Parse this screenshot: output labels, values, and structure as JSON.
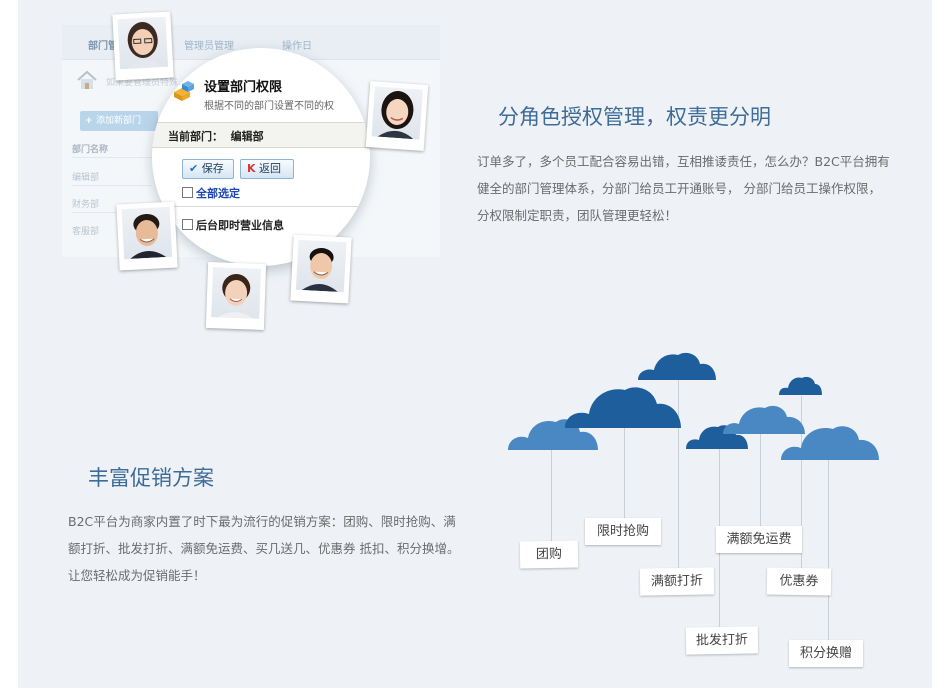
{
  "section1": {
    "heading": "分角色授权管理，权责更分明",
    "paragraph": "订单多了，多个员工配合容易出错，互相推诿责任，怎么办？B2C平台拥有健全的部门管理体系，分部门给员工开通账号， 分部门给员工操作权限，分权限制定职责，团队管理更轻松！"
  },
  "section2": {
    "heading": "丰富促销方案",
    "paragraph": "B2C平台为商家内置了时下最为流行的促销方案：团购、限时抢购、满额打折、批发打折、满额免运费、买几送几、优惠券 抵扣、积分换增。让您轻松成为促销能手！"
  },
  "mock_ui": {
    "tabs": [
      "部门管",
      "管理员管理",
      "操作日"
    ],
    "breadcrumb": "如果要管理员特殊...",
    "add_button": "添加新部门",
    "column_header": "部门名称",
    "rows": [
      "编辑部",
      "财务部",
      "客服部"
    ]
  },
  "dialog": {
    "title": "设置部门权限",
    "subtitle": "根据不同的部门设置不同的权",
    "current_dept_label": "当前部门：",
    "current_dept_value": "编辑部",
    "save_button": "保存",
    "back_button": "返回",
    "select_all": "全部选定",
    "permission_item": "后台即时营业信息"
  },
  "promo_tags": [
    "团购",
    "限时抢购",
    "满额打折",
    "批发打折",
    "满额免运费",
    "优惠券",
    "积分换赠"
  ],
  "colors": {
    "heading": "#3e6c97",
    "panel": "#eef2f7",
    "cloud_dark": "#1f5e9c",
    "cloud_light": "#4a88c4"
  }
}
